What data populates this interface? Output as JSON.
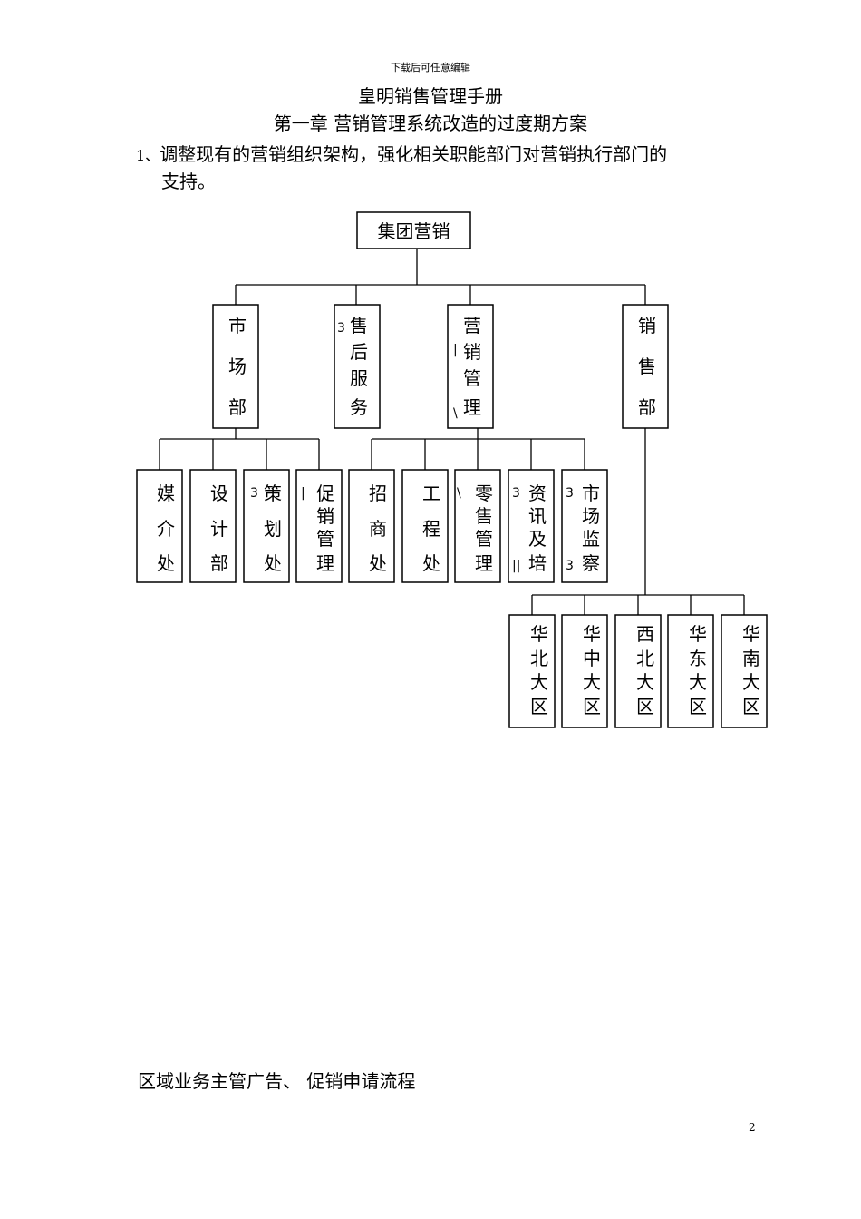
{
  "header_note": "下载后可任意编辑",
  "title": "皇明销售管理手册",
  "chapter": "第一章 营销管理系统改造的过度期方案",
  "point1": {
    "number": "1、",
    "text_line1": "调整现有的营销组织架构，强化相关职能部门对营销执行部门的",
    "text_line2": "支持。"
  },
  "org_chart": {
    "root": "集团营销",
    "departments": [
      "市场部",
      "售后服务",
      "营销管理",
      "销售部"
    ],
    "market_units": [
      "媒介处",
      "设计部",
      "策划处",
      "促销管理"
    ],
    "marketing_mgmt_units": [
      "招商处",
      "工程处",
      "零售管理",
      "资讯及培",
      "市场监察"
    ],
    "sales_regions": [
      "华北大区",
      "华中大区",
      "西北大区",
      "华东大区",
      "华南大区"
    ],
    "stray_marks": [
      "3",
      "|",
      "\\",
      "3",
      "|",
      "\\",
      "3",
      "||",
      "3",
      "3"
    ]
  },
  "flow_title": "区域业务主管广告、 促销申请流程",
  "page_number": "2"
}
